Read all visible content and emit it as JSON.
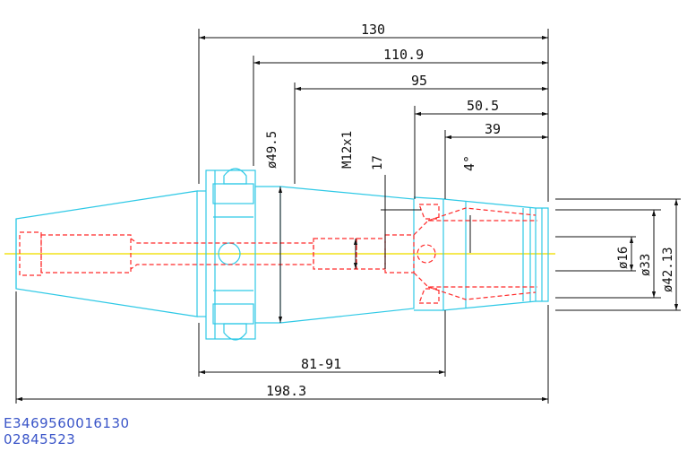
{
  "colors": {
    "body": "#2fc9e6",
    "hidden": "#ff2a2a",
    "center": "#f2e21a",
    "dimension": "#111111",
    "caption": "#3a55c8"
  },
  "dimensions": {
    "overall_130": "130",
    "d_110_9": "110.9",
    "d_95": "95",
    "d_50_5": "50.5",
    "d_39": "39",
    "flange_dia": "ø49.5",
    "thread": "M12x1",
    "depth_17": "17",
    "angle": "4°",
    "bore_16": "ø16",
    "dia_33": "ø33",
    "dia_42_13": "ø42.13",
    "range_81_91": "81-91",
    "total_198_3": "198.3"
  },
  "caption": {
    "line1": "E3469560016130",
    "line2": "02845523"
  }
}
